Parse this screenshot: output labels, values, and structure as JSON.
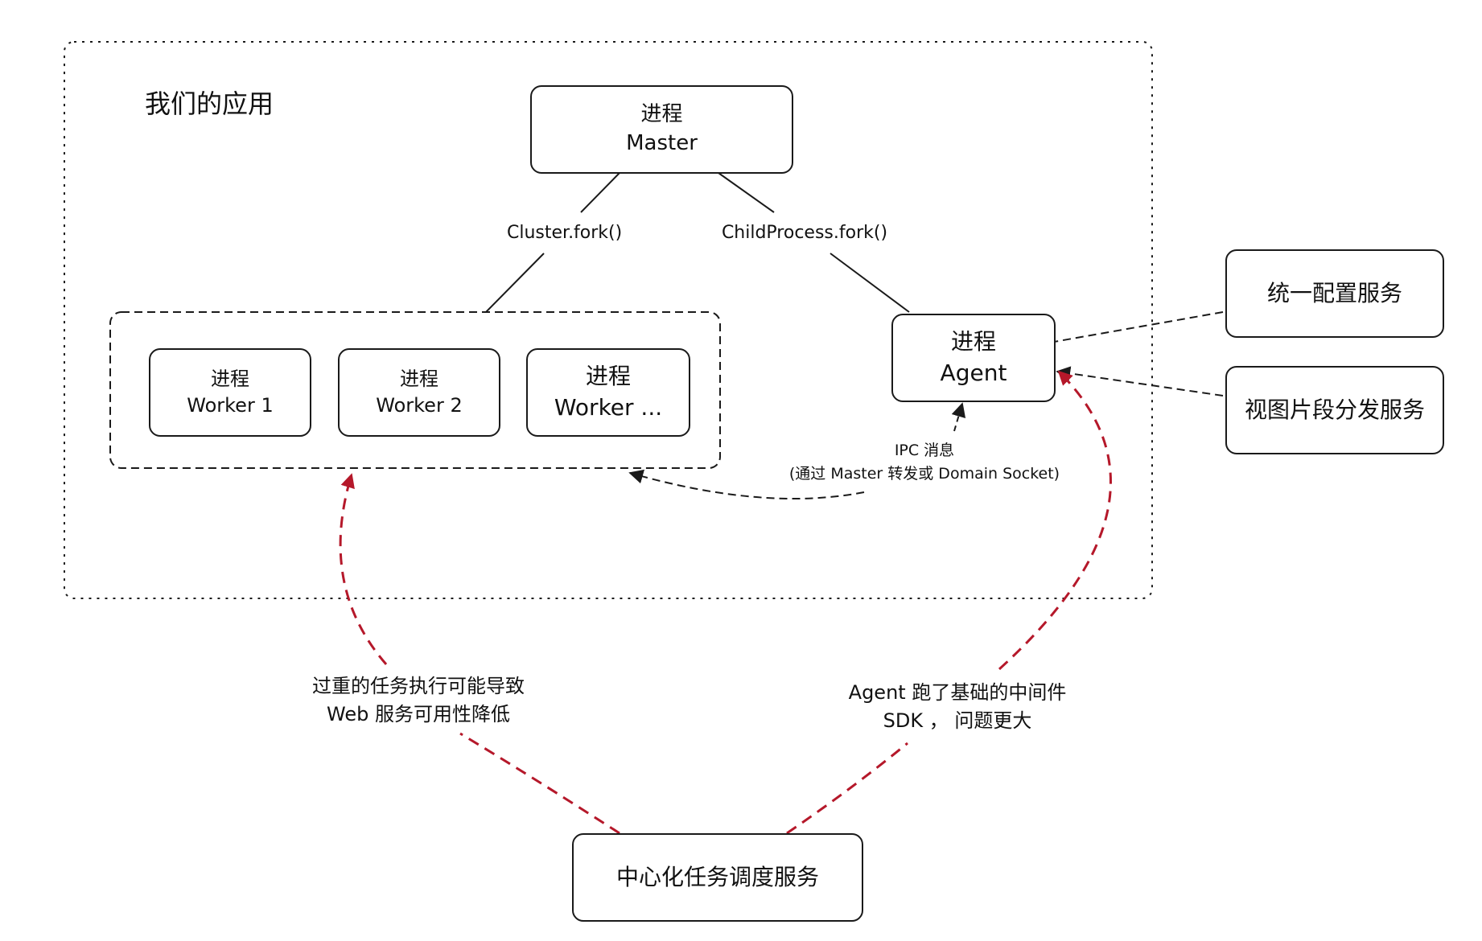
{
  "app_label": "我们的应用",
  "master": {
    "line1": "进程",
    "line2": "Master"
  },
  "edges": {
    "cluster_fork": "Cluster.fork()",
    "child_fork": "ChildProcess.fork()"
  },
  "workers": [
    {
      "line1": "进程",
      "line2": "Worker 1"
    },
    {
      "line1": "进程",
      "line2": "Worker 2"
    },
    {
      "line1": "进程",
      "line2": "Worker ..."
    }
  ],
  "agent": {
    "line1": "进程",
    "line2": "Agent"
  },
  "ipc": {
    "line1": "IPC 消息",
    "line2": "(通过 Master 转发或 Domain Socket)"
  },
  "services": {
    "config": "统一配置服务",
    "view_fragment": "视图片段分发服务"
  },
  "scheduler": {
    "label": "中心化任务调度服务"
  },
  "notes": {
    "workers_line1": "过重的任务执行可能导致",
    "workers_line2": "Web 服务可用性降低",
    "agent_line1": "Agent 跑了基础的中间件",
    "agent_line2": "SDK ， 问题更大"
  },
  "colors": {
    "ink": "#1a1a1a",
    "accent": "#b5182a"
  }
}
